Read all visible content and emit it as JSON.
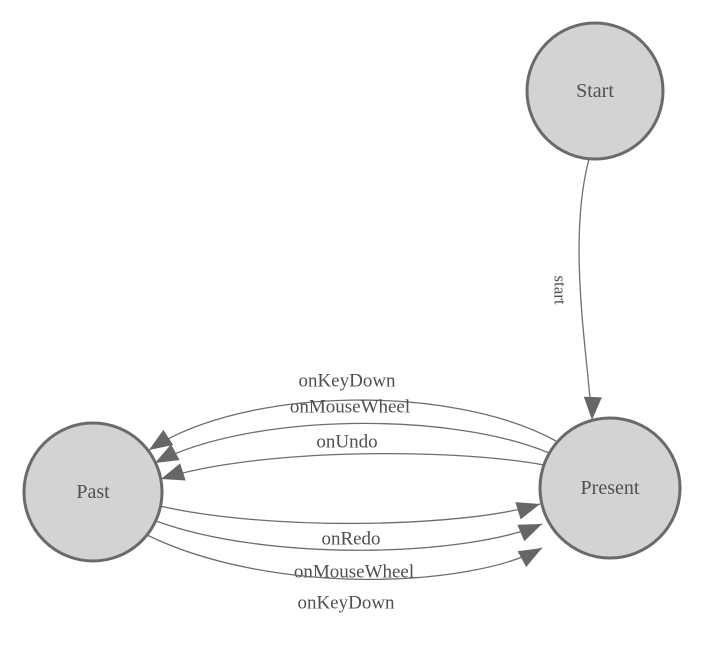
{
  "diagram": {
    "type": "finite-state-machine",
    "background": "#ffffff",
    "colors": {
      "node_fill": "#d3d3d3",
      "node_stroke": "#6a6a6a",
      "edge_stroke": "#6e6e6e",
      "arrow_fill": "#666666",
      "text": "#4f4f4f"
    },
    "nodes": [
      {
        "id": "start",
        "label": "Start"
      },
      {
        "id": "past",
        "label": "Past"
      },
      {
        "id": "present",
        "label": "Present"
      }
    ],
    "edges": [
      {
        "from": "Start",
        "to": "Present",
        "label": "start"
      },
      {
        "from": "Present",
        "to": "Past",
        "label": "onKeyDown"
      },
      {
        "from": "Present",
        "to": "Past",
        "label": "onMouseWheel"
      },
      {
        "from": "Present",
        "to": "Past",
        "label": "onUndo"
      },
      {
        "from": "Past",
        "to": "Present",
        "label": "onRedo"
      },
      {
        "from": "Past",
        "to": "Present",
        "label": "onMouseWheel"
      },
      {
        "from": "Past",
        "to": "Present",
        "label": "onKeyDown"
      }
    ]
  }
}
